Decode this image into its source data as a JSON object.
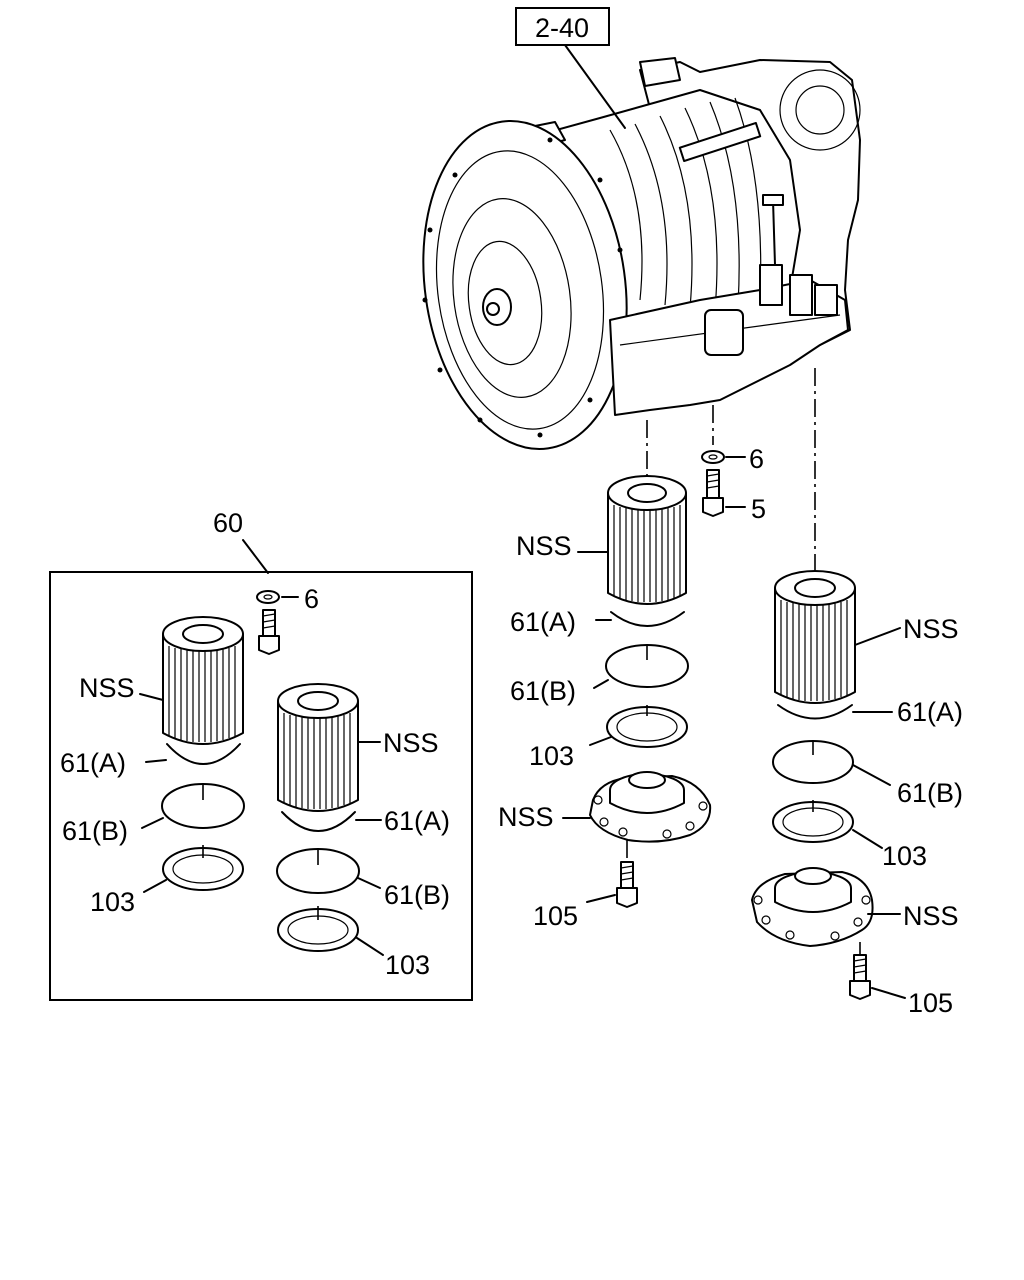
{
  "reference": {
    "label": "2-40"
  },
  "group": {
    "label": "60"
  },
  "labels": {
    "washer": "6",
    "bolt": "5",
    "filter": "NSS",
    "oring_a": "61(A)",
    "oring_b": "61(B)",
    "seal": "103",
    "cover": "NSS",
    "cover_bolt": "105"
  }
}
